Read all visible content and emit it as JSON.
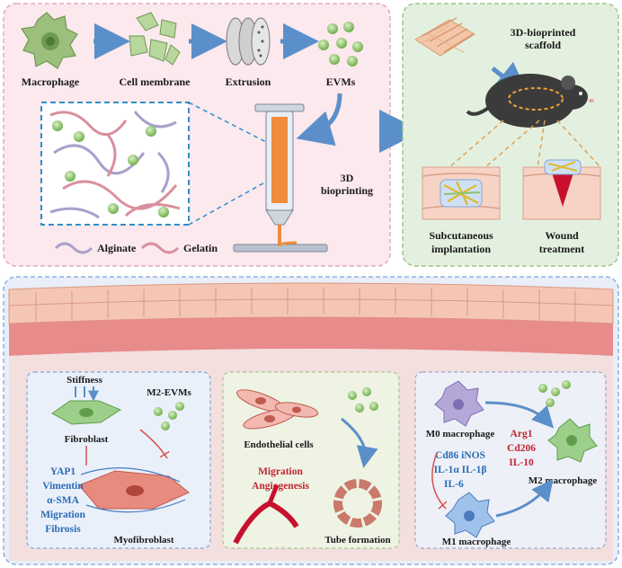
{
  "top_left": {
    "steps": [
      "Macrophage",
      "Cell membrane",
      "Extrusion",
      "EVMs"
    ],
    "bioprinting_line1": "3D",
    "bioprinting_line2": "bioprinting",
    "legend_alginate": "Alginate",
    "legend_gelatin": "Gelatin"
  },
  "top_right": {
    "scaffold_line1": "3D-bioprinted",
    "scaffold_line2": "scaffold",
    "subcutaneous_line1": "Subcutaneous",
    "subcutaneous_line2": "implantation",
    "wound_line1": "Wound",
    "wound_line2": "treatment"
  },
  "bottom": {
    "panel1": {
      "stiffness": "Stiffness",
      "fibroblast": "Fibroblast",
      "m2evms": "M2-EVMs",
      "markers": [
        "YAP1",
        "Vimentin",
        "α-SMA",
        "Migration",
        "Fibrosis"
      ],
      "myofibroblast": "Myofibroblast"
    },
    "panel2": {
      "endothelial": "Endothelial cells",
      "migration": "Migration",
      "angiogenesis": "Angiogenesis",
      "tube": "Tube formation"
    },
    "panel3": {
      "m0": "M0 macrophage",
      "m1_markers": [
        "Cd86 iNOS",
        "IL-1α IL-1β",
        "IL-6"
      ],
      "m2_markers": [
        "Arg1",
        "Cd206",
        "IL-10"
      ],
      "m2": "M2 macrophage",
      "m1": "M1 macrophage"
    }
  },
  "colors": {
    "topleft_bg": "#fbe9ee",
    "topright_bg": "#e4f0df",
    "bottom_bg": "#e9eef8",
    "arrow": "#5b8fc9",
    "evm_green": "#8cc26a"
  }
}
